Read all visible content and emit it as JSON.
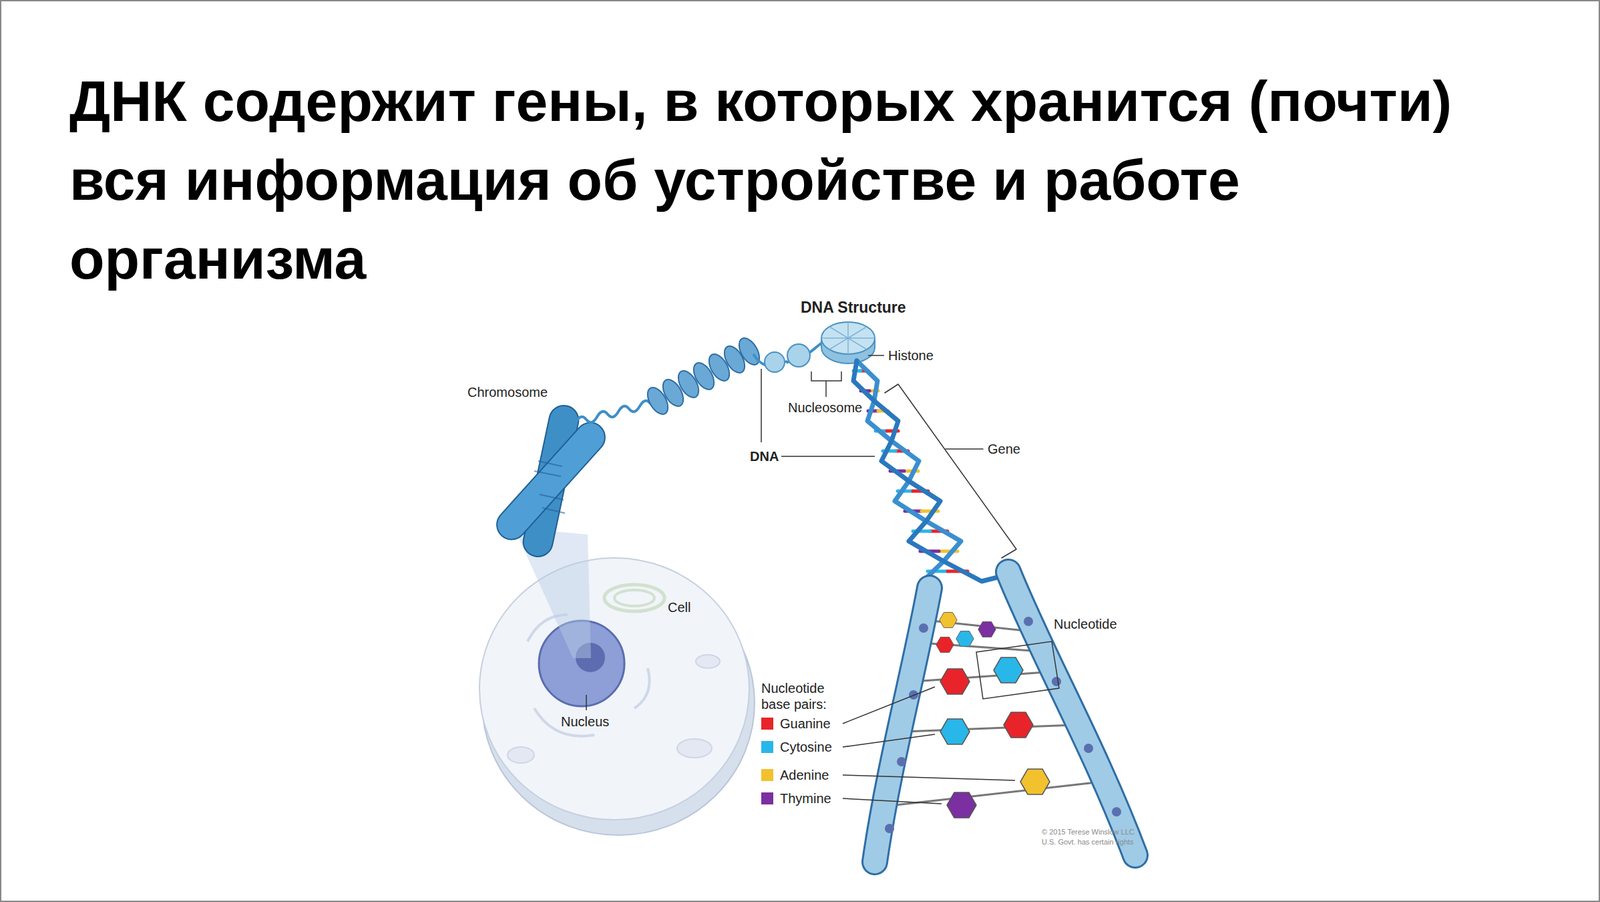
{
  "diagram": {
    "title": "ДНК содержит гены, в которых хранится (почти) вся информация об устройстве и работе организма",
    "labels": [
      "DNA Structure",
      "Histone",
      "Chromosome",
      "Nucleosome",
      "DNA",
      "Gene",
      "Cell",
      "Nucleotide",
      "Nucleus",
      "Nucleotide base pairs:",
      "© 2015 Terese Winslow LLC",
      "U.S. Govt. has certain rights"
    ],
    "legend": [
      {
        "text": "Guanine",
        "color": "#e8242a"
      },
      {
        "text": "Cytosine",
        "color": "#29b6e8"
      },
      {
        "text": "Adenine",
        "color": "#f2c12e"
      },
      {
        "text": "Thymine",
        "color": "#7b2fa0"
      }
    ]
  }
}
